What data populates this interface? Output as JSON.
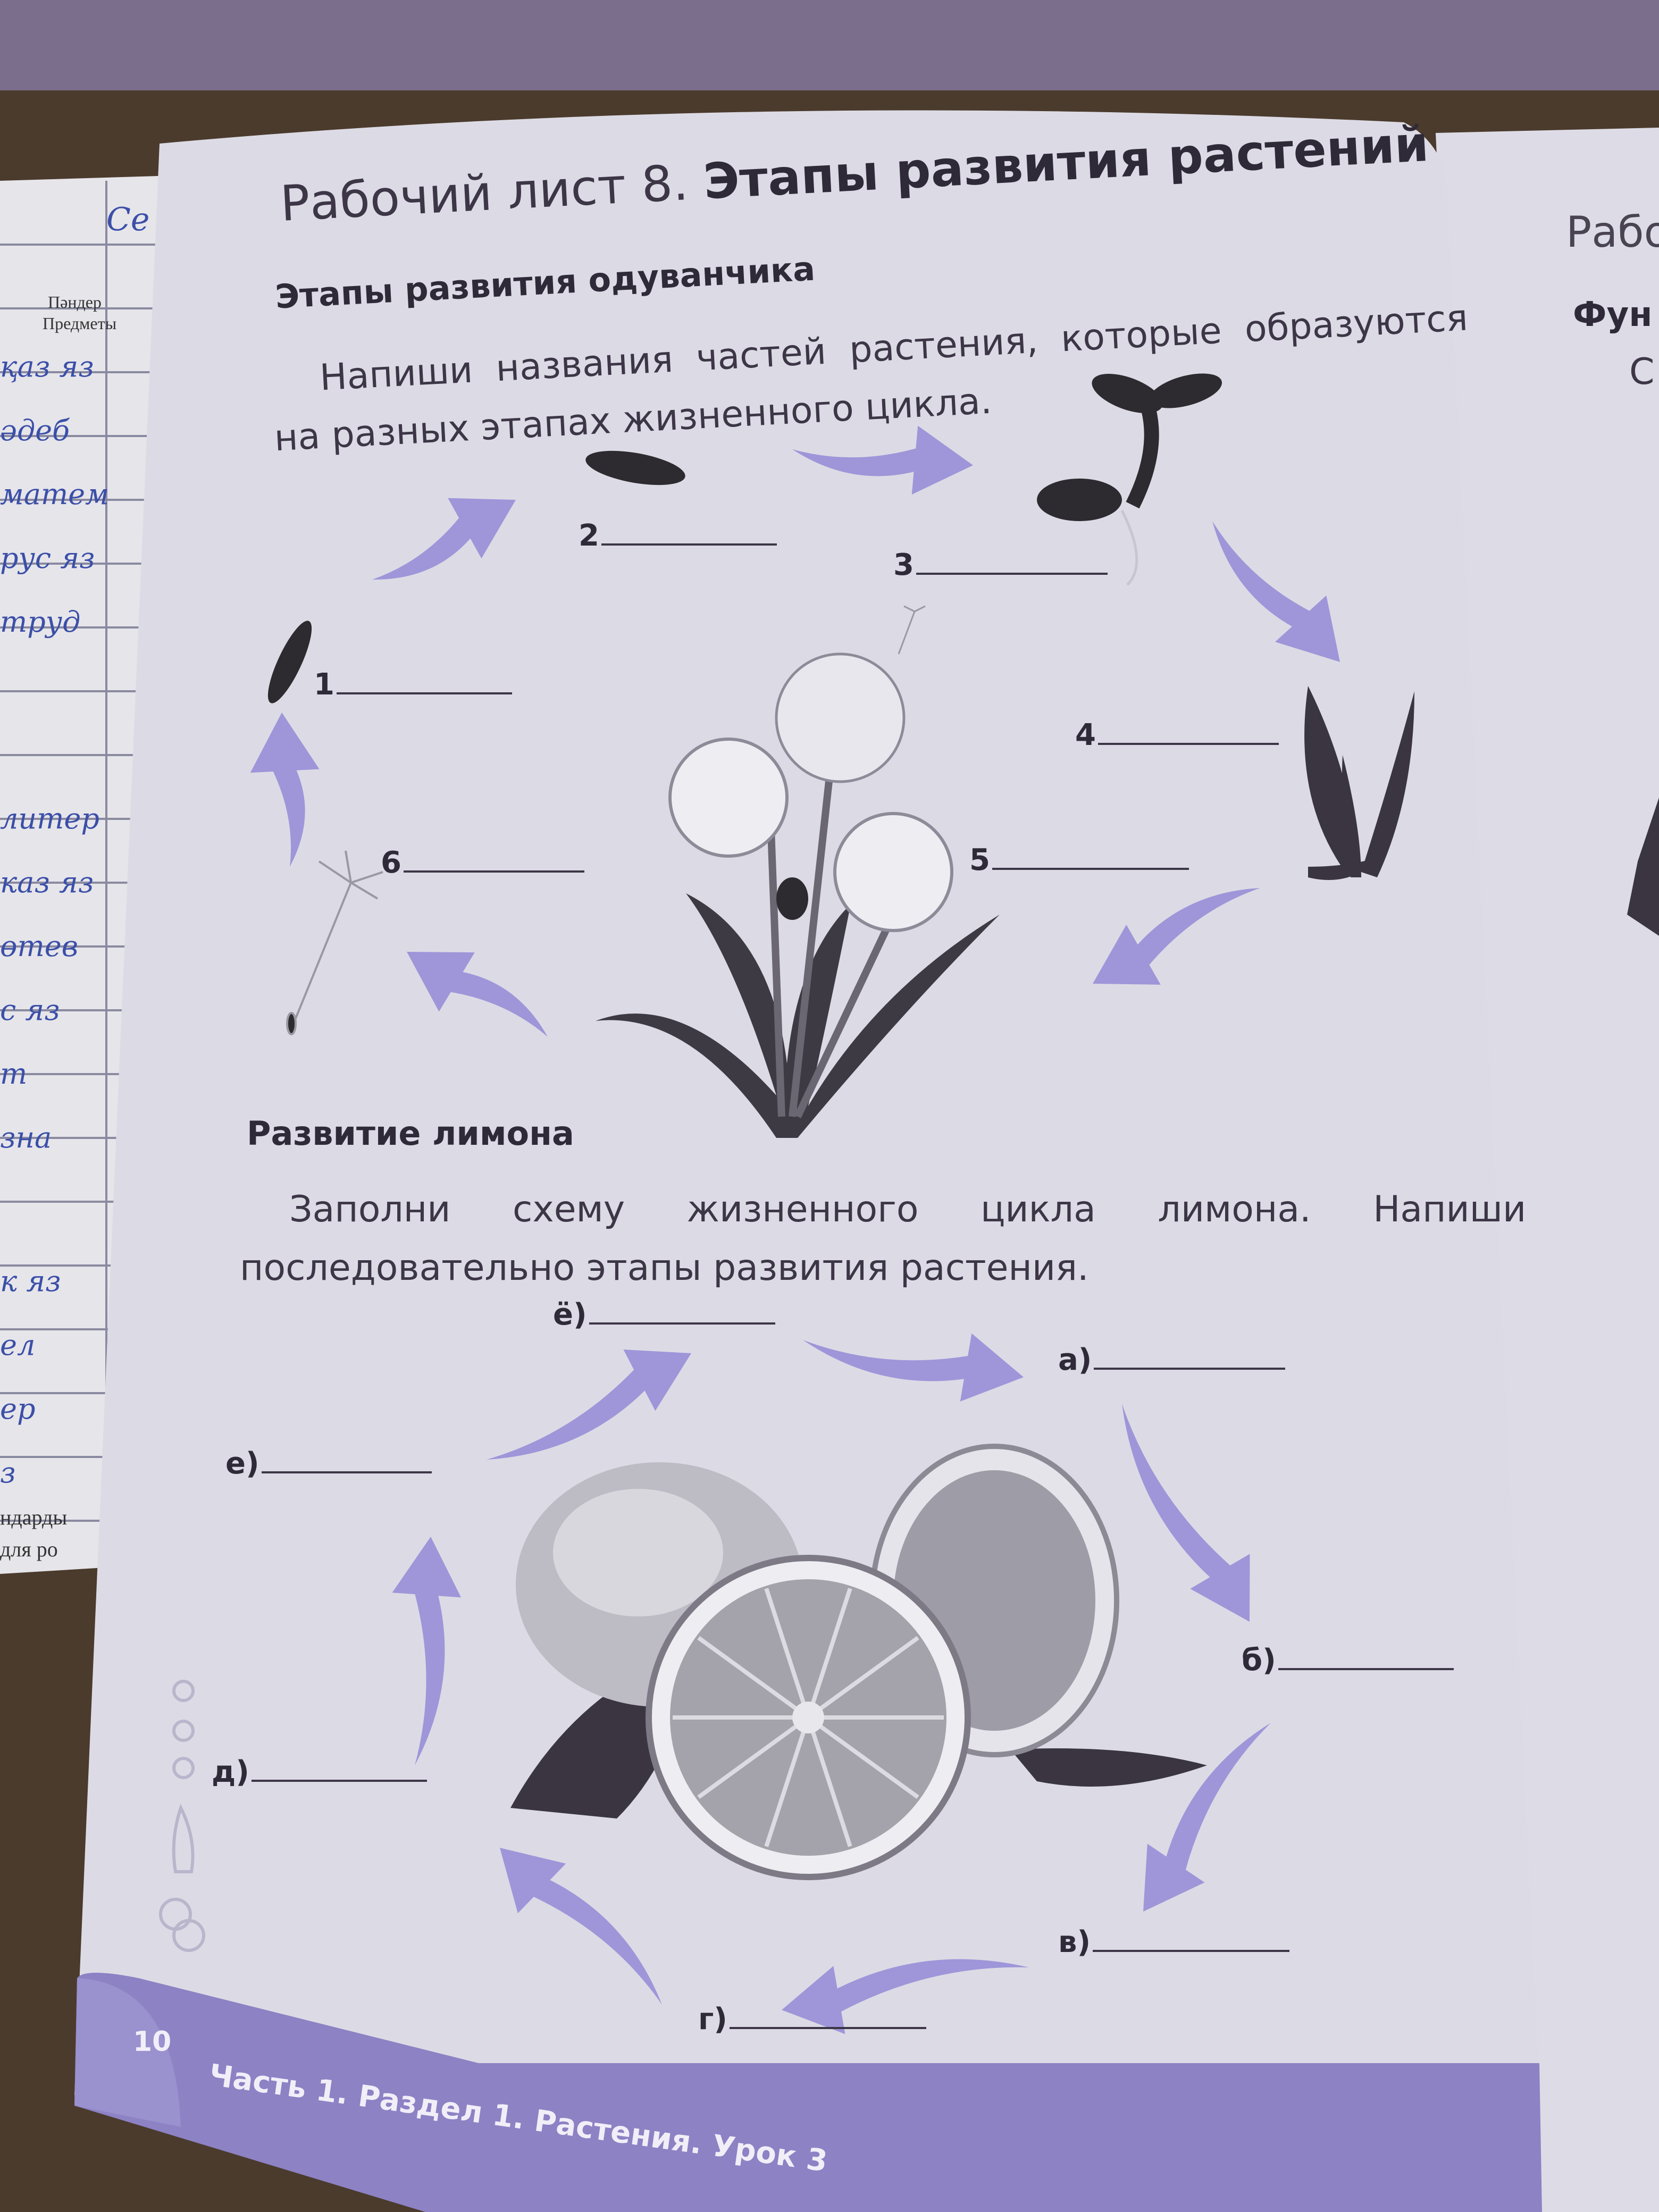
{
  "worksheet": {
    "title_prefix": "Рабочий лист 8.",
    "title_main": "Этапы развития растений"
  },
  "dandelion": {
    "heading": "Этапы развития одуванчика",
    "instruction_line1": "Напиши названия частей растения, которые образуются",
    "instruction_line2": "на разных этапах жизненного цикла.",
    "labels": [
      "1",
      "2",
      "3",
      "4",
      "5",
      "6"
    ]
  },
  "lemon": {
    "heading": "Развитие лимона",
    "instruction_line1": "Заполни схему жизненного цикла лимона. Напиши",
    "instruction_line2": "последовательно этапы развития растения.",
    "labels": {
      "yo": "ё)",
      "a": "а)",
      "b": "б)",
      "v": "в)",
      "g": "г)",
      "d": "д)",
      "e": "е)"
    }
  },
  "footer": {
    "page_number": "10",
    "breadcrumb": "Часть 1. Раздел 1. Растения. Урок 3"
  },
  "right_page": {
    "title_fragment": "Рабо",
    "heading_fragment": "Фун",
    "text_fragment": "С"
  },
  "left_notebook": {
    "header1": "Пәндер",
    "header2": "Предметы",
    "hand_top": "Се",
    "hand_words": [
      "қаз яз",
      "әдеб",
      "матем",
      "рус яз",
      "труд",
      "литер",
      "каз яз",
      "өтев",
      "с яз",
      "т",
      "зна",
      "к яз",
      "ел",
      "ер",
      "з"
    ],
    "bottom1": "ндарды",
    "bottom2": "для ро"
  },
  "colors": {
    "accent": "#9e96d9",
    "footer_band": "#8c82c4",
    "page": "#dcdbe5",
    "ink": "#3c3646"
  }
}
